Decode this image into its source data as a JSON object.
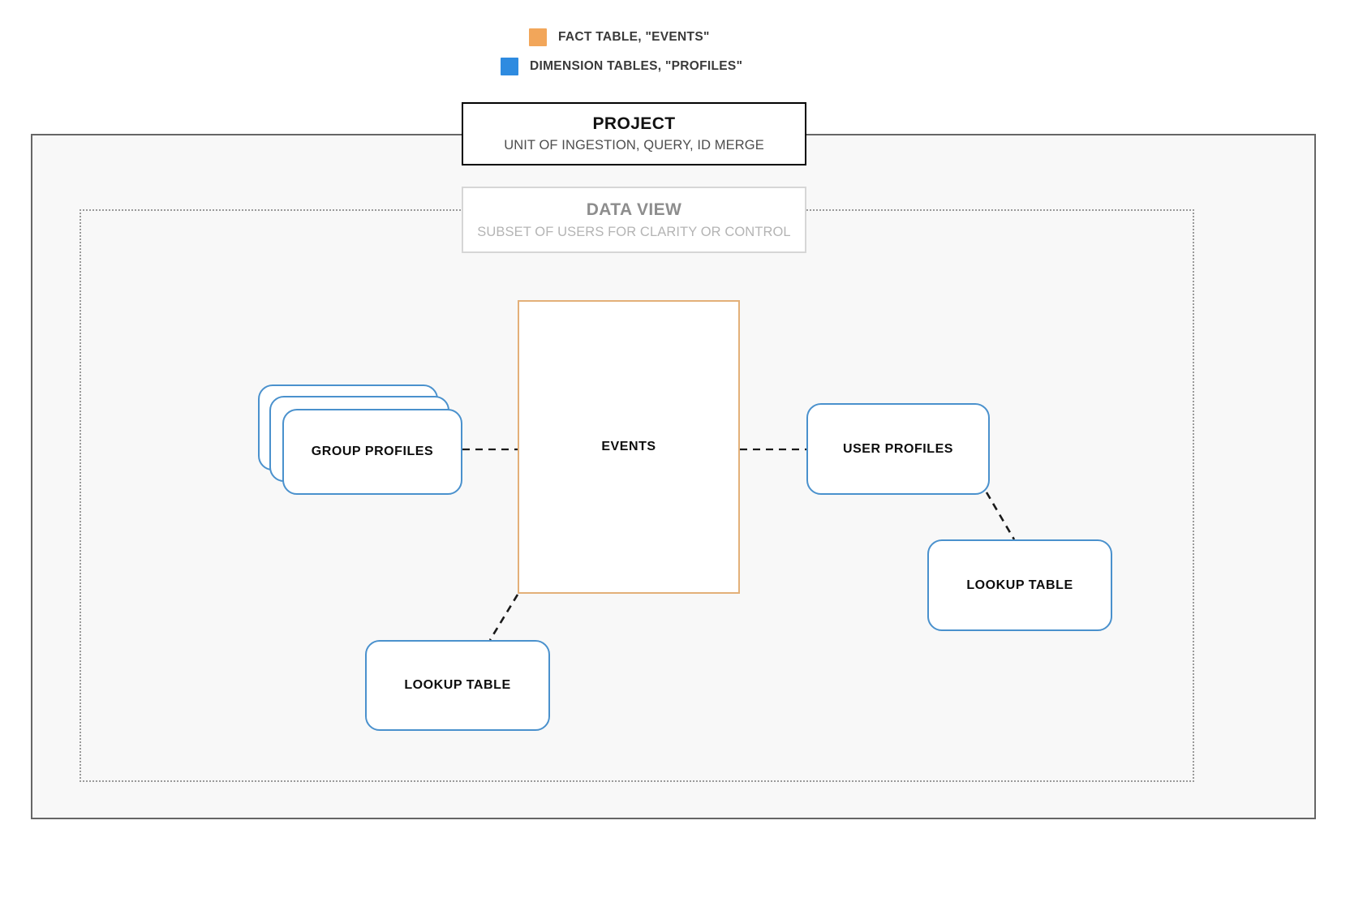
{
  "legend": {
    "items": [
      {
        "id": "fact-table",
        "label": "FACT TABLE, \"EVENTS\"",
        "color": "#f2a65a",
        "swatch_icon": "orange-square-swatch-icon"
      },
      {
        "id": "dimension-tables",
        "label": "DIMENSION TABLES, \"PROFILES\"",
        "color": "#2e8be0",
        "swatch_icon": "blue-square-swatch-icon"
      }
    ]
  },
  "project": {
    "title": "PROJECT",
    "subtitle": "UNIT OF INGESTION, QUERY, ID MERGE",
    "border_color": "#000000"
  },
  "data_view": {
    "title": "DATA VIEW",
    "subtitle": "SUBSET OF USERS FOR CLARITY OR CONTROL",
    "border_color": "#d6d6d6"
  },
  "nodes": {
    "events": {
      "label": "EVENTS",
      "type": "fact-table",
      "border_color": "#e3b079"
    },
    "group_profiles": {
      "label": "GROUP PROFILES",
      "type": "dimension-table",
      "border_color": "#4a91cd",
      "stack_count": 3
    },
    "user_profiles": {
      "label": "USER PROFILES",
      "type": "dimension-table",
      "border_color": "#4a91cd"
    },
    "lookup_table_left": {
      "label": "LOOKUP TABLE",
      "type": "dimension-table",
      "border_color": "#4a91cd"
    },
    "lookup_table_right": {
      "label": "LOOKUP TABLE",
      "type": "dimension-table",
      "border_color": "#4a91cd"
    }
  },
  "connectors": {
    "line_color": "#1a1a1a",
    "style": "dashed",
    "edges": [
      {
        "from": "group_profiles",
        "to": "events"
      },
      {
        "from": "events",
        "to": "user_profiles"
      },
      {
        "from": "events",
        "to": "lookup_table_left"
      },
      {
        "from": "user_profiles",
        "to": "lookup_table_right"
      }
    ]
  },
  "chart_data": {
    "type": "diagram",
    "title": "Project / Data View entity relationship diagram",
    "entities": [
      {
        "name": "EVENTS",
        "kind": "fact table"
      },
      {
        "name": "GROUP PROFILES",
        "kind": "dimension table"
      },
      {
        "name": "USER PROFILES",
        "kind": "dimension table"
      },
      {
        "name": "LOOKUP TABLE",
        "kind": "dimension table"
      },
      {
        "name": "LOOKUP TABLE",
        "kind": "dimension table"
      }
    ],
    "containers": [
      "PROJECT",
      "DATA VIEW"
    ]
  }
}
